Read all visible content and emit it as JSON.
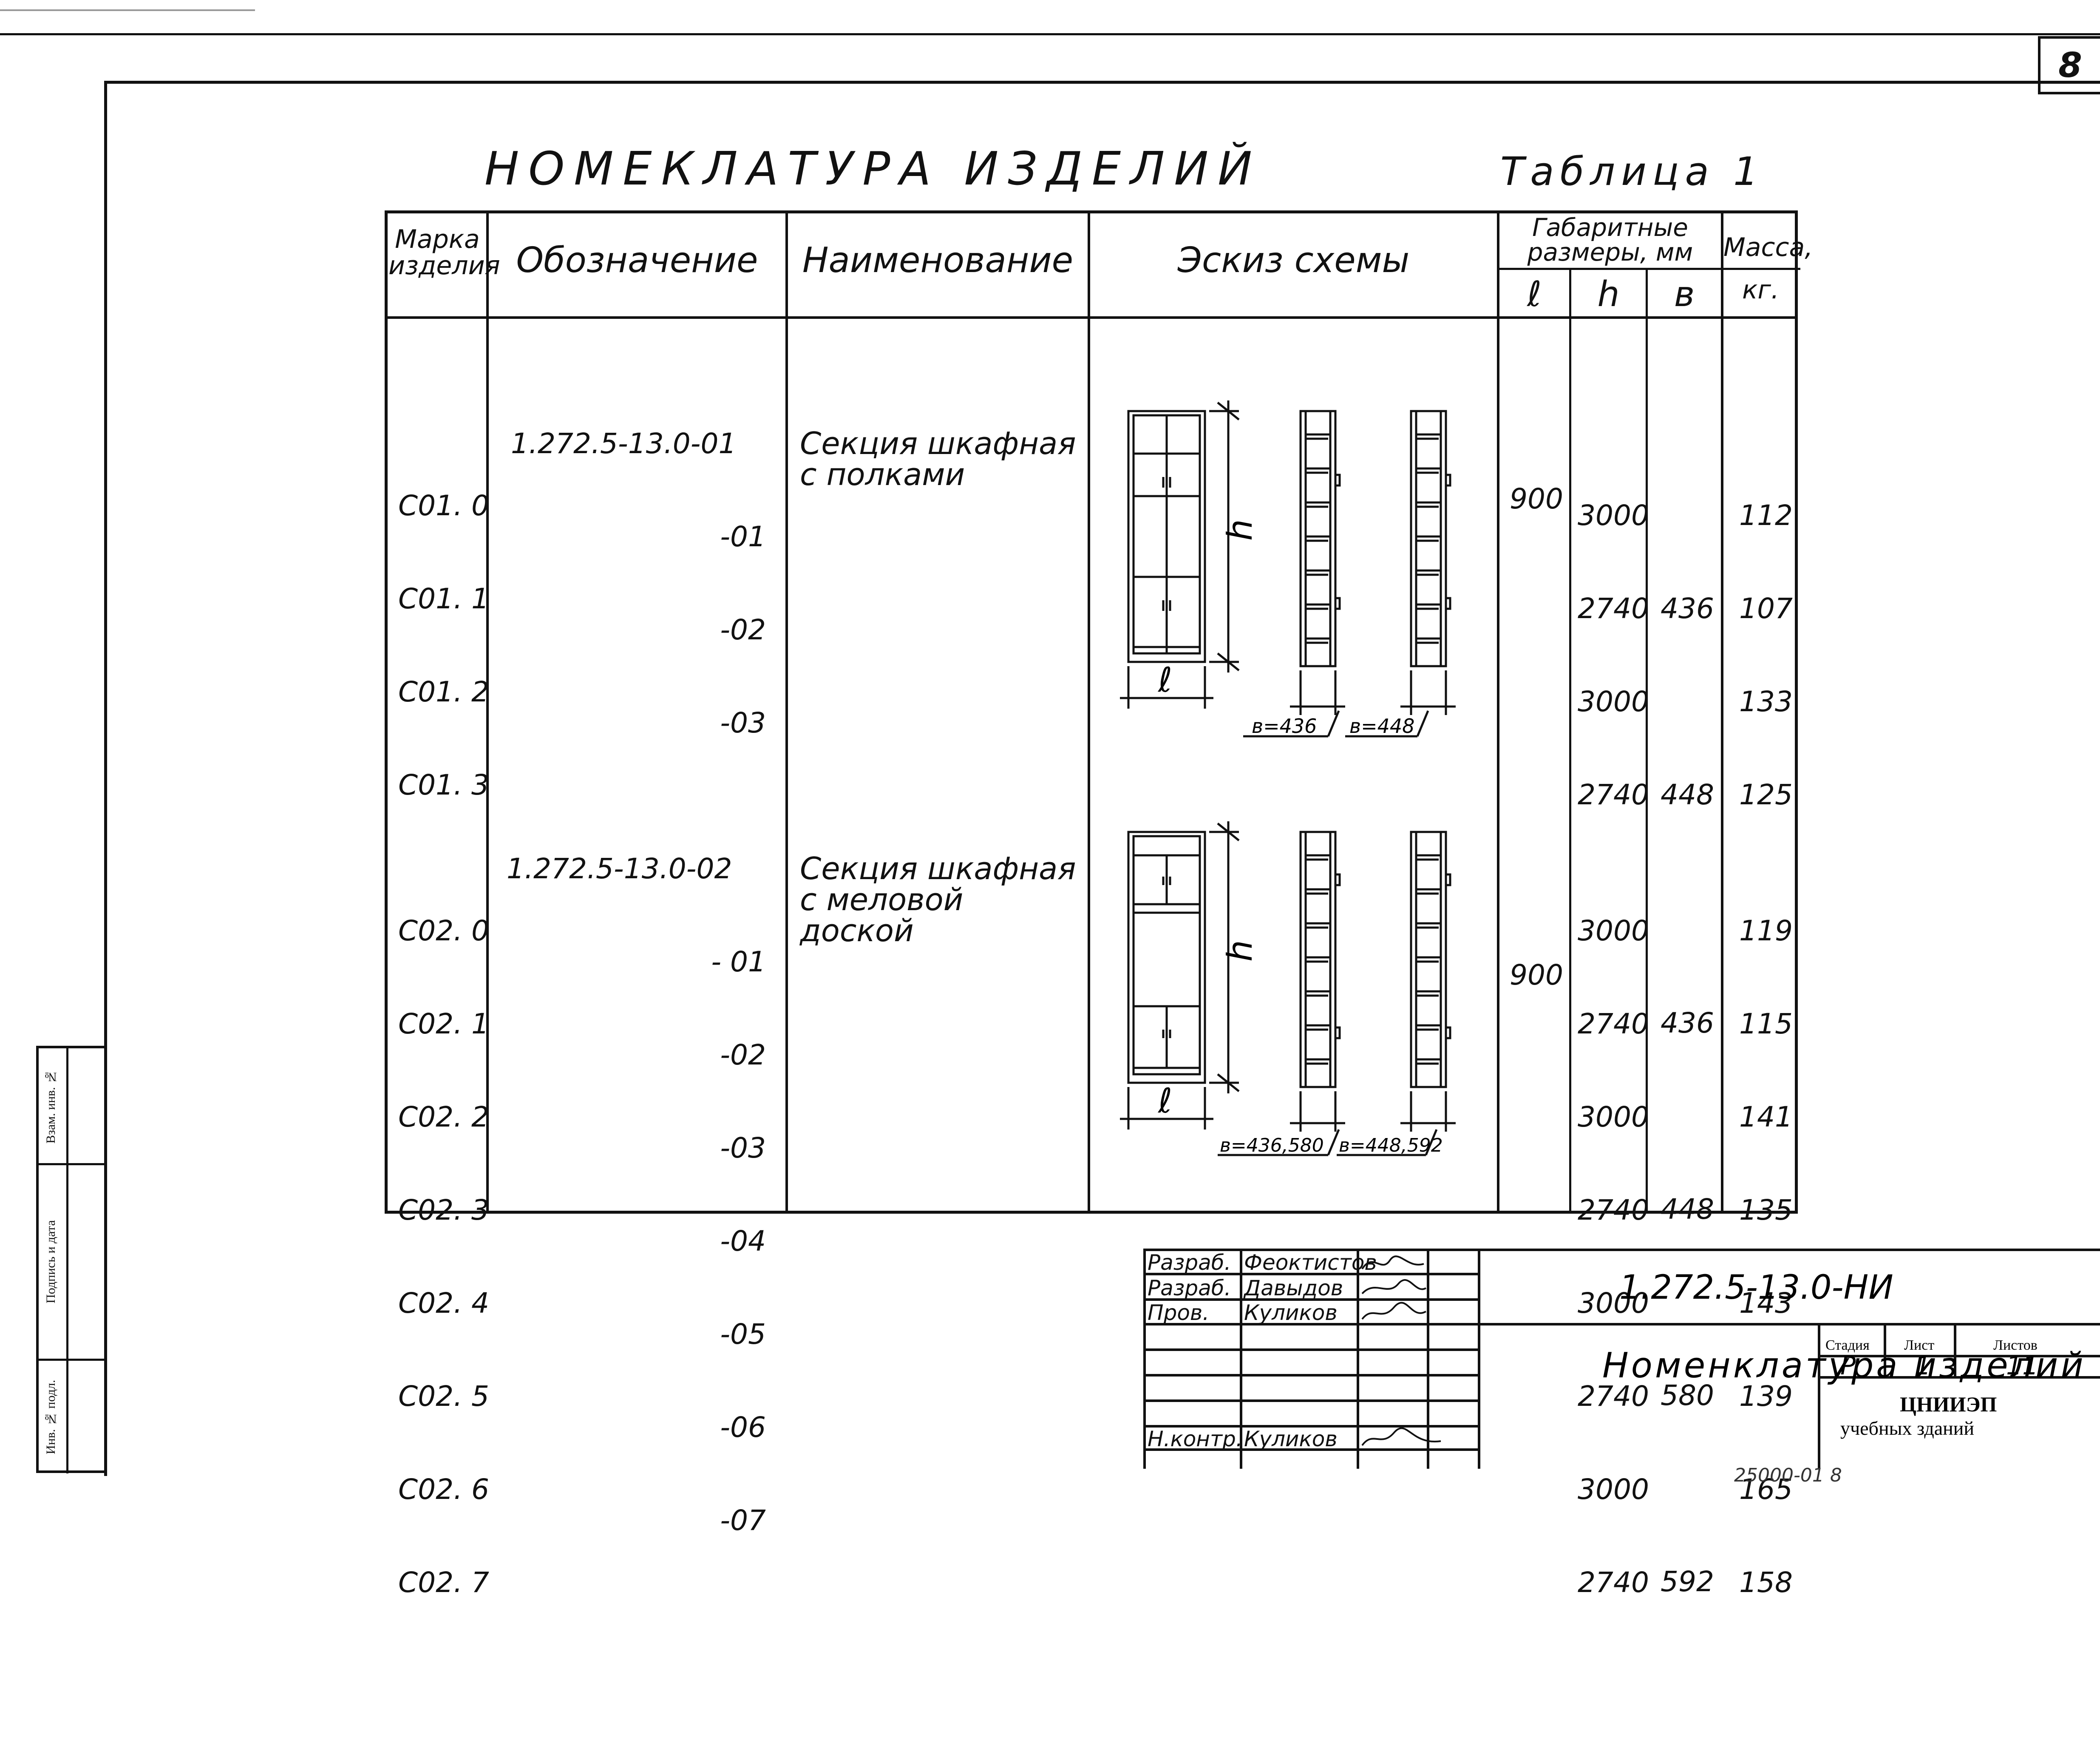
{
  "sheet_corner": "8",
  "title": "НОМЕКЛАТУРА ИЗДЕЛИЙ",
  "table_label": "Таблица 1",
  "headers": {
    "mark": "Марка изделия",
    "designation": "Обозначение",
    "name": "Наименование",
    "sketch": "Эскиз схемы",
    "dims": "Габаритные размеры, мм",
    "l": "ℓ",
    "h": "h",
    "b": "в",
    "mass": "Масса, кг."
  },
  "rows": [
    {
      "marks": [
        "С01. 0",
        "С01. 1",
        "С01. 2",
        "С01. 3"
      ],
      "designation_main": "1.272.5-13.0-01",
      "designation_suffixes": [
        "-01",
        "-02",
        "-03"
      ],
      "name": "Секция шкафная с полками",
      "l": "900",
      "h": [
        "3000",
        "2740",
        "3000",
        "2740"
      ],
      "b": [
        "436",
        "448"
      ],
      "mass": [
        "112",
        "107",
        "133",
        "125"
      ],
      "sketch_labels": {
        "h": "h",
        "l": "ℓ",
        "b1": "в=436",
        "b2": "в=448"
      }
    },
    {
      "marks": [
        "С02. 0",
        "С02. 1",
        "С02. 2",
        "С02. 3",
        "С02. 4",
        "С02. 5",
        "С02. 6",
        "С02. 7"
      ],
      "designation_main": "1.272.5-13.0-02",
      "designation_suffixes": [
        "- 01",
        "-02",
        "-03",
        "-04",
        "-05",
        "-06",
        "-07"
      ],
      "name": "Секция шкафная с меловой доской",
      "l": "900",
      "h": [
        "3000",
        "2740",
        "3000",
        "2740",
        "3000",
        "2740",
        "3000",
        "2740"
      ],
      "b": [
        "436",
        "448",
        "580",
        "592"
      ],
      "mass": [
        "119",
        "115",
        "141",
        "135",
        "143",
        "139",
        "165",
        "158"
      ],
      "sketch_labels": {
        "h": "h",
        "l": "ℓ",
        "b1": "в=436,580",
        "b2": "в=448,592"
      }
    }
  ],
  "stamp": {
    "signers": [
      {
        "role": "Разраб.",
        "name": "Феоктистов"
      },
      {
        "role": "Разраб.",
        "name": "Давыдов"
      },
      {
        "role": "Пров.",
        "name": "Куликов"
      },
      {
        "role": "Н.контр.",
        "name": "Куликов"
      }
    ],
    "code": "1.272.5-13.0-НИ",
    "doc_title": "Номенклатура изделий",
    "stage_label": "Стадия",
    "sheet_label": "Лист",
    "sheets_label": "Листов",
    "stage": "Р",
    "sheet": "1",
    "sheets": "11",
    "org_line1": "ЦНИИЭП",
    "org_line2": "учебных зданий"
  },
  "side_labels": [
    "Взам. инв. №",
    "Подпись и дата",
    "Инв. № подл."
  ],
  "bottom_fragment": "25000-01   8"
}
